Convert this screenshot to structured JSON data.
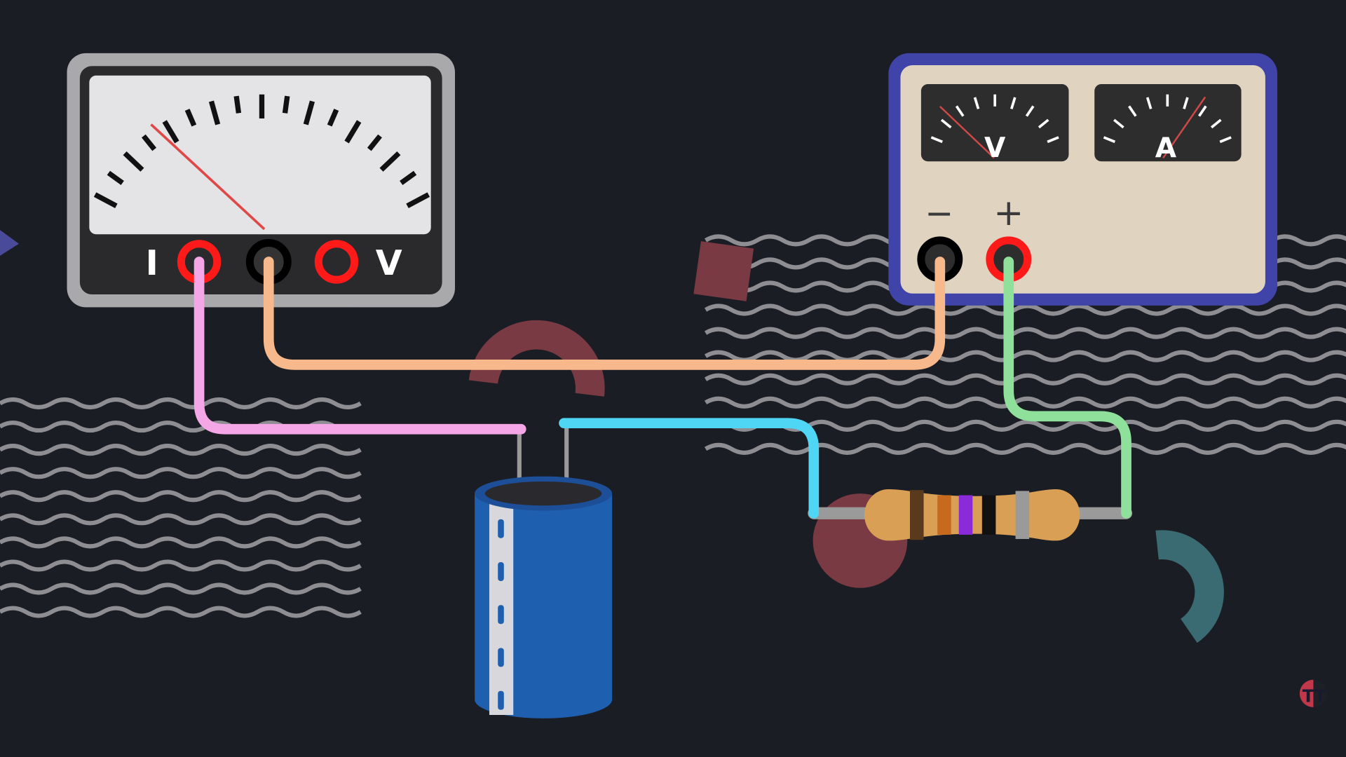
{
  "multimeter": {
    "current_label": "I",
    "voltage_label": "V"
  },
  "power_supply": {
    "voltmeter_label": "V",
    "ammeter_label": "A",
    "negative_label": "−",
    "positive_label": "+"
  },
  "logo": {
    "text": "TT"
  },
  "colors": {
    "background": "#1b1d24",
    "wire_pink": "#f4a6e6",
    "wire_orange": "#f7b98c",
    "wire_cyan": "#4fd6f5",
    "wire_green": "#8fe09a",
    "supply_border": "#4044a8",
    "supply_face": "#e0d4c0",
    "capacitor": "#1f5fb0",
    "resistor": "#d9a055"
  }
}
